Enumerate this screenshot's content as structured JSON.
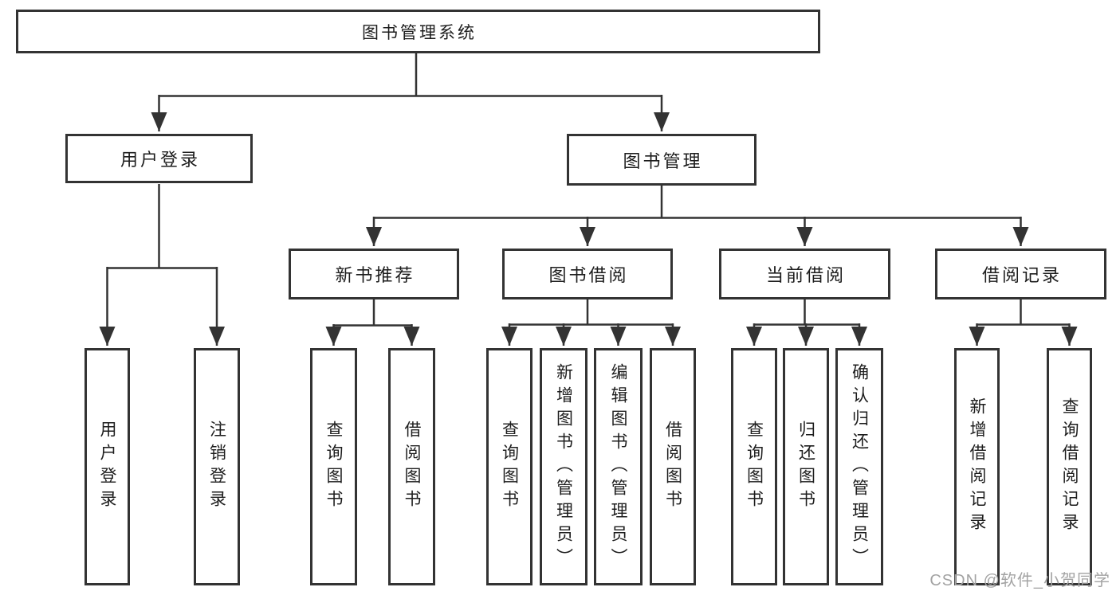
{
  "tree": {
    "label": "图书管理系统",
    "children": [
      {
        "label": "用户登录",
        "children": [
          {
            "label": "用户登录"
          },
          {
            "label": "注销登录"
          }
        ]
      },
      {
        "label": "图书管理",
        "children": [
          {
            "label": "新书推荐",
            "children": [
              {
                "label": "查询图书"
              },
              {
                "label": "借阅图书"
              }
            ]
          },
          {
            "label": "图书借阅",
            "children": [
              {
                "label": "查询图书"
              },
              {
                "label": "新增图书（管理员）"
              },
              {
                "label": "编辑图书（管理员）"
              },
              {
                "label": "借阅图书"
              }
            ]
          },
          {
            "label": "当前借阅",
            "children": [
              {
                "label": "查询图书"
              },
              {
                "label": "归还图书"
              },
              {
                "label": "确认归还（管理员）"
              }
            ]
          },
          {
            "label": "借阅记录",
            "children": [
              {
                "label": "新增借阅记录"
              },
              {
                "label": "查询借阅记录"
              }
            ]
          }
        ]
      }
    ]
  },
  "watermark": "CSDN @软件_小贺同学",
  "colors": {
    "line": "#333333",
    "box_border": "#333333",
    "text": "#1d1d1d",
    "watermark": "#a3a3a3",
    "background": "#ffffff"
  }
}
